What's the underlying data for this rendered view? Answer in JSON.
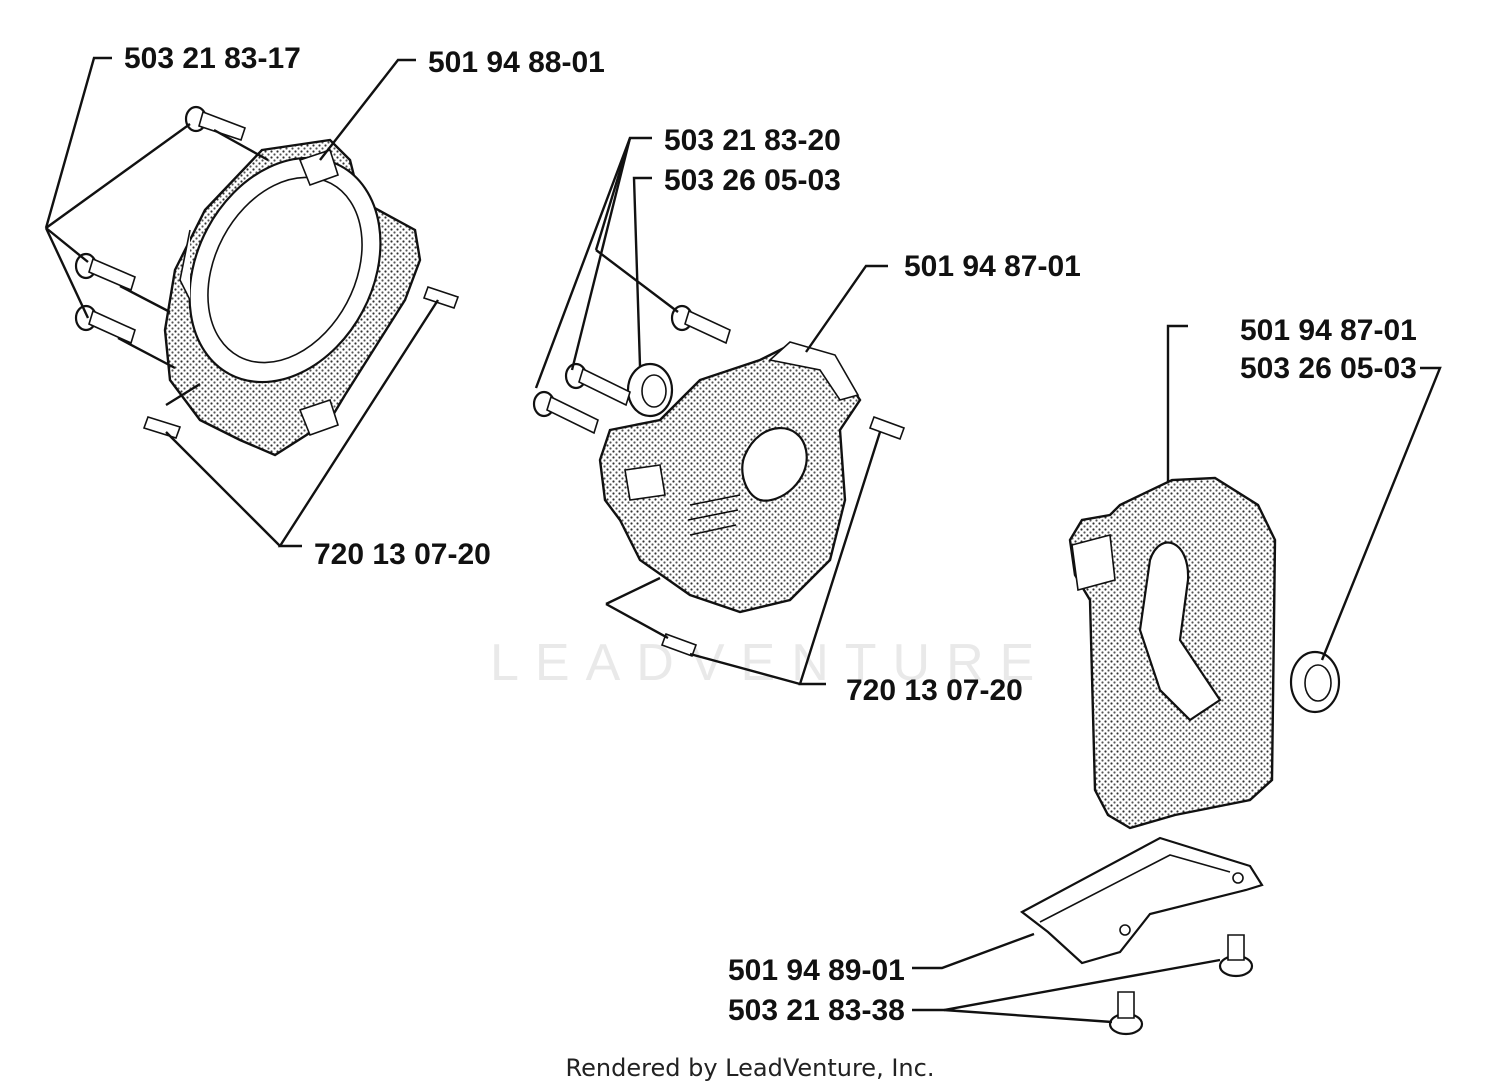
{
  "watermark": "LEADVENTURE",
  "footer": "Rendered by LeadVenture, Inc.",
  "parts": {
    "left_screws": "503 21 83-17",
    "cylinder_cover": "501 94 88-01",
    "left_pins": "720 13 07-20",
    "middle_screws": "503 21 83-20",
    "middle_seal": "503 26 05-03",
    "middle_housing": "501 94 87-01",
    "middle_pins": "720 13 07-20",
    "right_housing": "501 94 87-01",
    "right_seal": "503 26 05-03",
    "bracket": "501 94 89-01",
    "bracket_screws": "503 21 83-38"
  }
}
